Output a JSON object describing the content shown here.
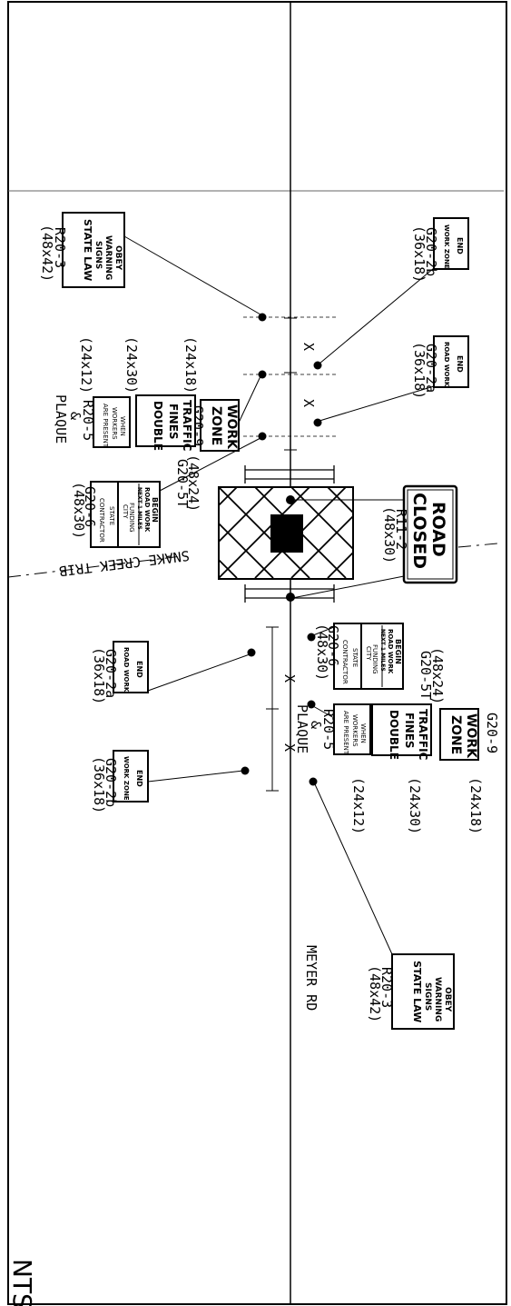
{
  "road_name": "MEYER RD",
  "creek_name": "SNAKE CREEK TRIB",
  "scale_note": "NTS",
  "spacing_label": "X",
  "plaque_text": "&",
  "plaque_word": "PLAQUE",
  "road_closed": {
    "line1": "ROAD",
    "line2": "CLOSED",
    "code": "R11-2",
    "size": "(48x30)"
  },
  "obey_sign": {
    "lines": [
      "OBEY",
      "WARNING",
      "SIGNS",
      "STATE LAW"
    ],
    "code": "R20-3",
    "size": "(48x42)"
  },
  "work_zone_sign": {
    "lines": [
      "WORK",
      "ZONE"
    ],
    "code": "G20-9",
    "size": "(24x18)"
  },
  "fines_sign": {
    "lines": [
      "TRAFFIC",
      "FINES",
      "DOUBLE"
    ],
    "size": "(24x30)"
  },
  "workers_plaque": {
    "lines": [
      "WHEN",
      "WORKERS",
      "ARE PRESENT"
    ],
    "code": "R20-5",
    "size": "(24x12)"
  },
  "begin_sign": {
    "lines": [
      "BEGIN",
      "ROAD WORK",
      "NEXT 1 MILES"
    ],
    "code": "G20-5T",
    "size": "(48x24)"
  },
  "funding_sign": {
    "lines": [
      "FUNDING",
      "CITY",
      "STATE",
      "CONTRACTOR"
    ],
    "code": "G20-6",
    "size": "(48x30)"
  },
  "end_road_work": {
    "lines": [
      "END",
      "ROAD WORK"
    ],
    "code": "G20-2a",
    "size": "(36x18)"
  },
  "end_work_zone": {
    "lines": [
      "END",
      "WORK ZONE"
    ],
    "code": "G20-2b",
    "size": "(36x18)"
  }
}
